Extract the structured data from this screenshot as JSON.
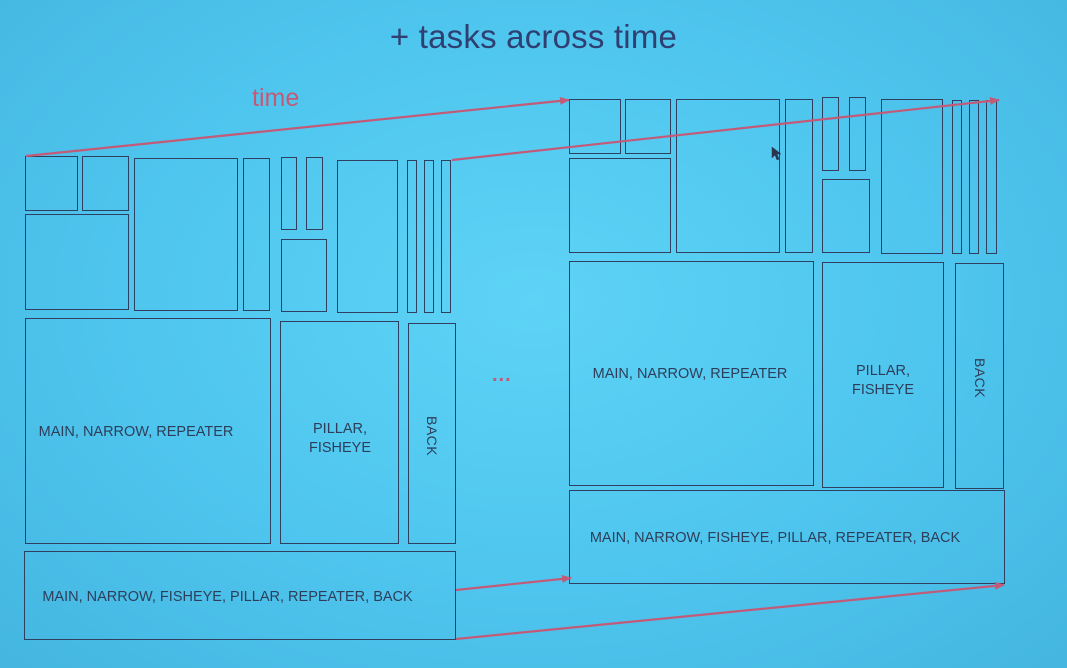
{
  "title": "+ tasks across time",
  "time_label": "time",
  "ellipsis": "...",
  "panels": {
    "left": {
      "main_label": "MAIN, NARROW, REPEATER",
      "pillar_label_line1": "PILLAR,",
      "pillar_label_line2": "FISHEYE",
      "back_label": "BACK",
      "bottom_label": "MAIN, NARROW, FISHEYE, PILLAR, REPEATER, BACK"
    },
    "right": {
      "main_label": "MAIN, NARROW, REPEATER",
      "pillar_label_line1": "PILLAR,",
      "pillar_label_line2": "FISHEYE",
      "back_label": "BACK",
      "bottom_label": "MAIN, NARROW, FISHEYE, PILLAR, REPEATER, BACK"
    }
  },
  "colors": {
    "arrow": "#c25a78",
    "box_stroke": "#2e3f5f",
    "background": "#52c8f0"
  }
}
